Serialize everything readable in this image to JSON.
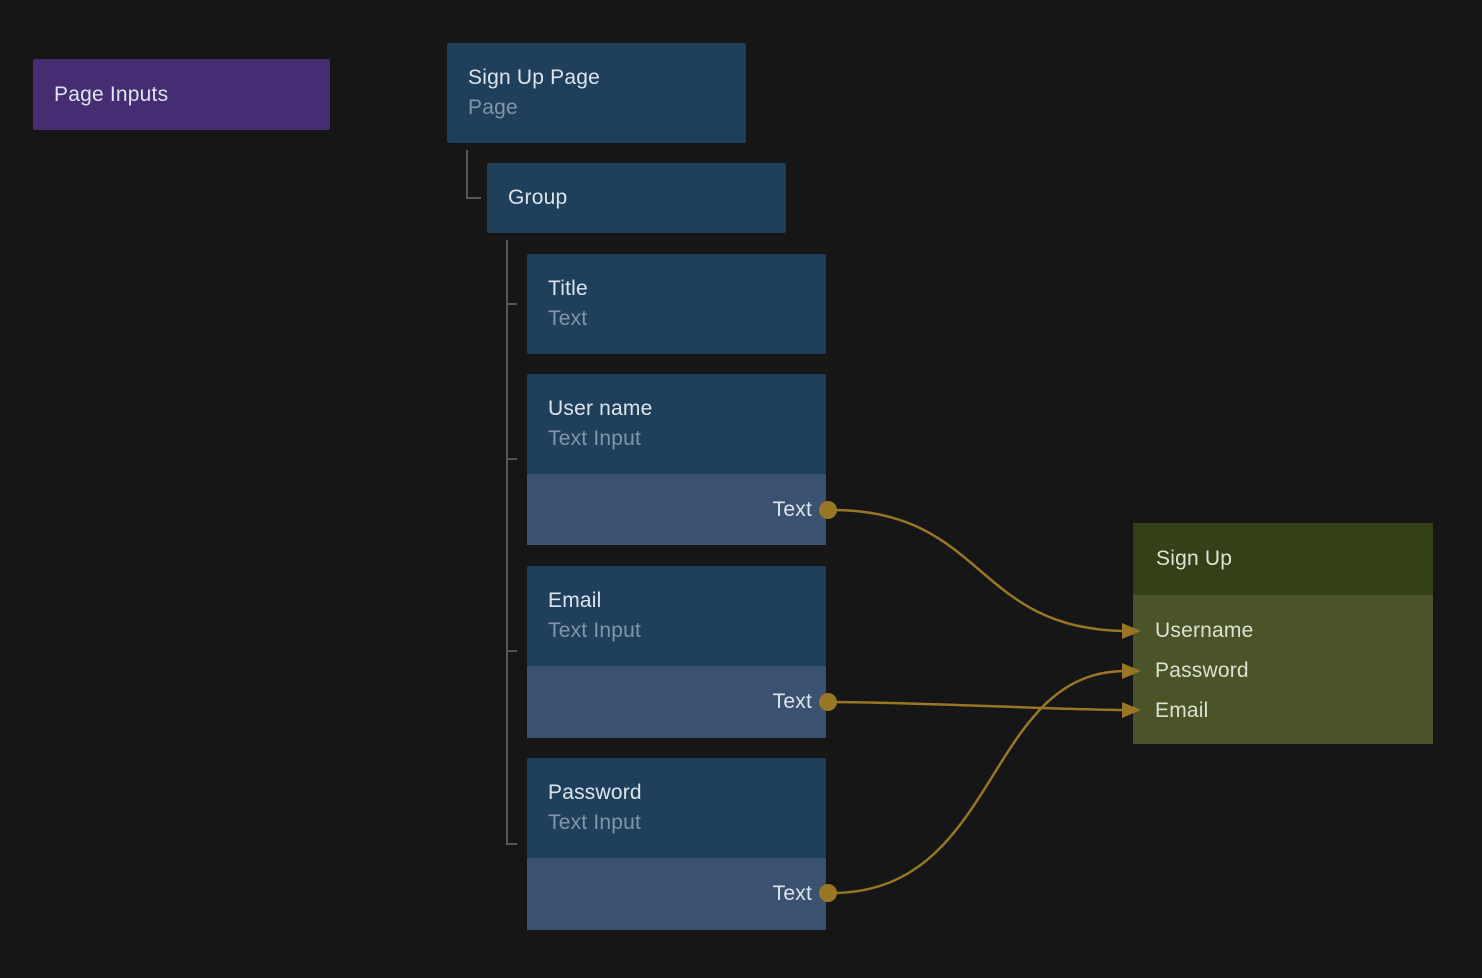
{
  "palette": {
    "background": "#161617",
    "node_blue": "#203f5b",
    "node_blue_light": "#3a5270",
    "purple": "#462d73",
    "green_header": "#344018",
    "green_body": "#4a5428",
    "edge_gold": "#9a7624",
    "tree_line_gray": "#565658",
    "text_primary": "#dde4ec",
    "text_secondary": "#8495a9"
  },
  "page_inputs": {
    "label": "Page Inputs"
  },
  "tree": {
    "root": {
      "title": "Sign Up Page",
      "subtitle": "Page"
    },
    "group": {
      "title": "Group"
    },
    "children": [
      {
        "title": "Title",
        "subtitle": "Text"
      },
      {
        "title": "User name",
        "subtitle": "Text Input",
        "output_port": "Text"
      },
      {
        "title": "Email",
        "subtitle": "Text Input",
        "output_port": "Text"
      },
      {
        "title": "Password",
        "subtitle": "Text Input",
        "output_port": "Text"
      }
    ]
  },
  "signup_node": {
    "title": "Sign Up",
    "inputs": [
      "Username",
      "Password",
      "Email"
    ]
  },
  "connections": [
    {
      "from": "User name / Text",
      "to": "Sign Up / Username"
    },
    {
      "from": "Email / Text",
      "to": "Sign Up / Email"
    },
    {
      "from": "Password / Text",
      "to": "Sign Up / Password"
    }
  ]
}
